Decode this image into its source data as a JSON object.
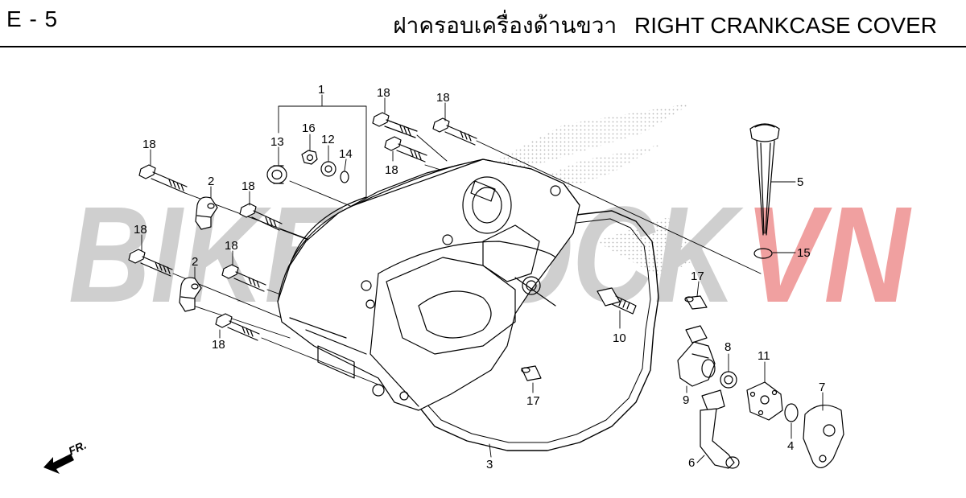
{
  "page": {
    "code": "E - 5",
    "title_thai": "ฝาครอบเครื่องด้านขวา",
    "title_en": "RIGHT CRANKCASE COVER"
  },
  "watermark": {
    "text_main": "BIKESTOCK",
    "text_accent": "VN",
    "color_main": "#cfcfcf",
    "color_accent": "#f0a0a0"
  },
  "direction_label": "FR.",
  "callouts": {
    "c1": "1",
    "c2a": "2",
    "c2b": "2",
    "c3": "3",
    "c4": "4",
    "c5": "5",
    "c6": "6",
    "c7": "7",
    "c8": "8",
    "c9": "9",
    "c10": "10",
    "c11": "11",
    "c12": "12",
    "c13": "13",
    "c14": "14",
    "c15": "15",
    "c16": "16",
    "c17a": "17",
    "c17b": "17",
    "c18a": "18",
    "c18b": "18",
    "c18c": "18",
    "c18d": "18",
    "c18e": "18",
    "c18f": "18",
    "c18g": "18",
    "c18h": "18"
  }
}
